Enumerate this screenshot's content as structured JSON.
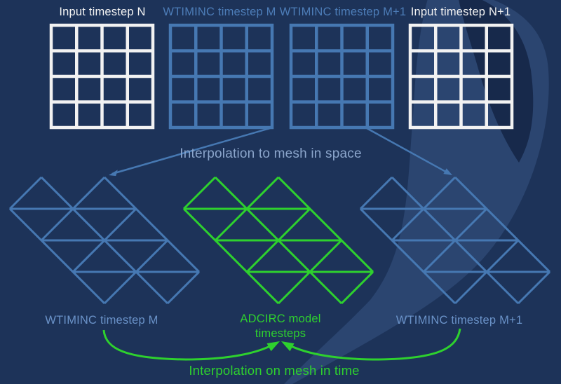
{
  "title": "ADCIRC meteorological input interpolation diagram",
  "colors": {
    "background": "#1d3359",
    "swoosh_light": "#2b4570",
    "swoosh_dark": "#17294b",
    "white": "#f2f2f2",
    "blue_line": "#4678b2",
    "blue_label": "#4d7db8",
    "blue_label_light": "#6a92c8",
    "space_text": "#8ba5cb",
    "green": "#2ed12e"
  },
  "top_grids": [
    {
      "label": "Input timestep N",
      "color": "white"
    },
    {
      "label": "WTIMINC timestep M",
      "color": "blue"
    },
    {
      "label": "WTIMINC timestep M+1",
      "color": "blue"
    },
    {
      "label": "Input timestep N+1",
      "color": "white"
    }
  ],
  "annotations": {
    "space_label": "Interpolation to mesh in space",
    "time_label": "Interpolation on mesh in time"
  },
  "meshes": [
    {
      "label": "WTIMINC timestep M",
      "color": "blue"
    },
    {
      "label_line1": "ADCIRC model",
      "label_line2": "timesteps",
      "color": "green"
    },
    {
      "label": "WTIMINC timestep M+1",
      "color": "blue"
    }
  ]
}
